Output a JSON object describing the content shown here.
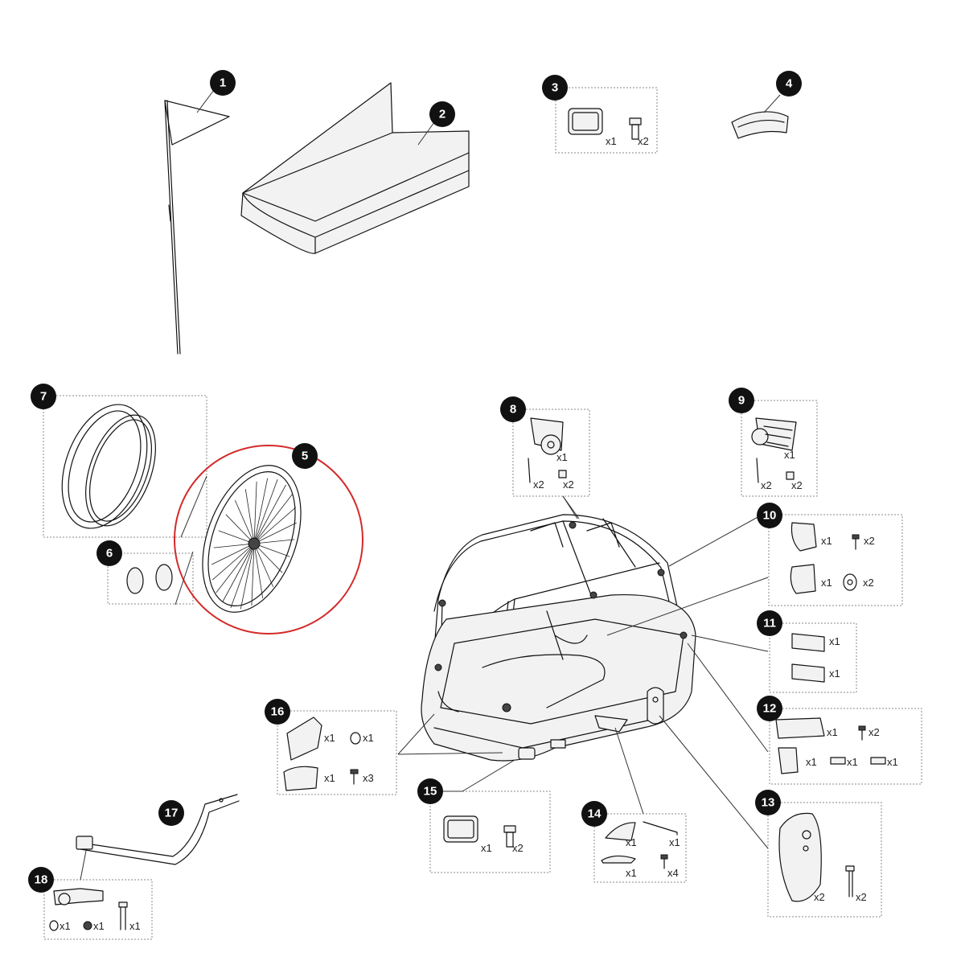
{
  "callouts": {
    "c1": "1",
    "c2": "2",
    "c3": "3",
    "c4": "4",
    "c5": "5",
    "c6": "6",
    "c7": "7",
    "c8": "8",
    "c9": "9",
    "c10": "10",
    "c11": "11",
    "c12": "12",
    "c13": "13",
    "c14": "14",
    "c15": "15",
    "c16": "16",
    "c17": "17",
    "c18": "18"
  },
  "quantities": {
    "p3_a": "x1",
    "p3_b": "x2",
    "p8_a": "x1",
    "p8_b": "x2",
    "p8_c": "x2",
    "p9_a": "x1",
    "p9_b": "x2",
    "p9_c": "x2",
    "p10_a": "x1",
    "p10_b": "x2",
    "p10_c": "x1",
    "p10_d": "x2",
    "p11_a": "x1",
    "p11_b": "x1",
    "p12_a": "x1",
    "p12_b": "x2",
    "p12_c": "x1",
    "p12_d": "x1",
    "p12_e": "x1",
    "p13_a": "x2",
    "p13_b": "x2",
    "p14_a": "x1",
    "p14_b": "x1",
    "p14_c": "x1",
    "p14_d": "x4",
    "p15_a": "x1",
    "p15_b": "x2",
    "p16_a": "x1",
    "p16_b": "x1",
    "p16_c": "x1",
    "p16_d": "x3",
    "p18_a": "x1",
    "p18_b": "x1",
    "p18_c": "x1"
  },
  "highlight": {
    "part": "5",
    "color": "#d42a2a"
  },
  "colors": {
    "callout_fill": "#111111",
    "line": "#111111",
    "box": "#888888"
  }
}
